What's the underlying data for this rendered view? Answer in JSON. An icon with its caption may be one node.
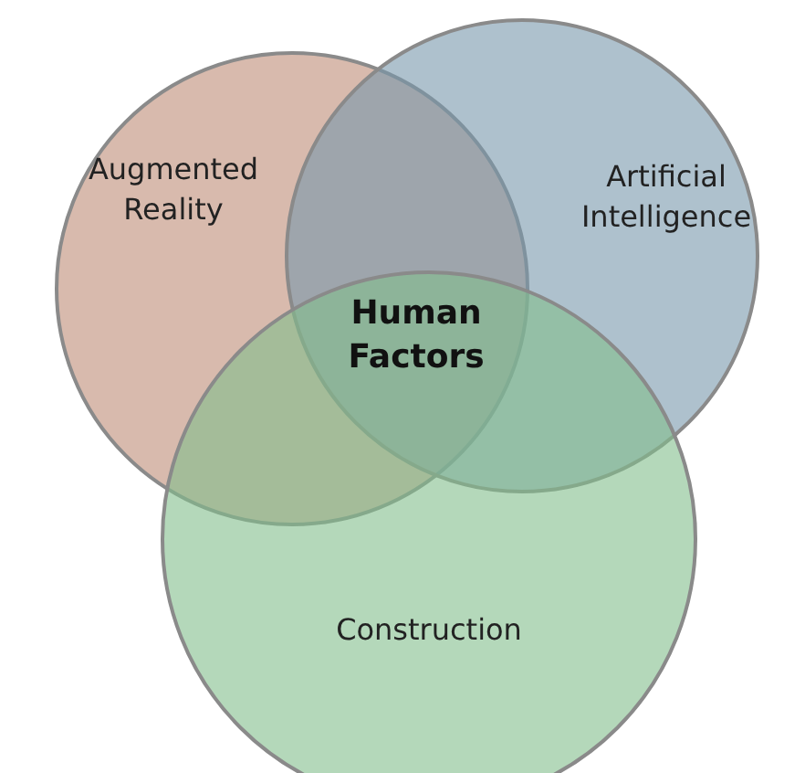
{
  "diagram": {
    "nodes": [
      {
        "text": [
          "Augmented Reality"
        ]
      },
      {
        "text": [
          "Artificial Intelligence"
        ]
      },
      {
        "text": [
          "Construction"
        ]
      }
    ],
    "labels": [
      "Human Factors"
    ]
  }
}
